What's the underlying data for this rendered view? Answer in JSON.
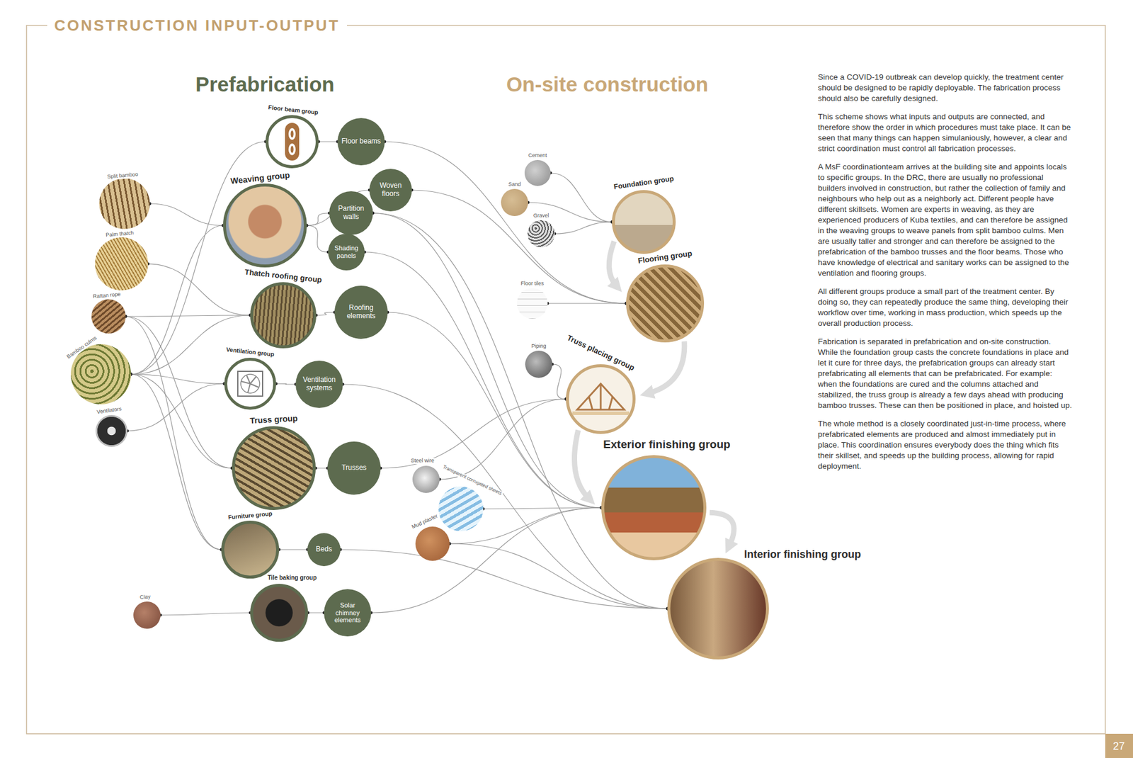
{
  "diagram": {
    "title": "CONSTRUCTION INPUT-OUTPUT",
    "nodes": [
      {
        "text": [
          "Split bamboo"
        ]
      },
      {
        "text": [
          "Palm thatch"
        ]
      },
      {
        "text": [
          "Rattan rope"
        ]
      },
      {
        "text": [
          "Bamboo culms"
        ]
      },
      {
        "text": [
          "Ventilators"
        ]
      },
      {
        "text": [
          "Clay"
        ]
      },
      {
        "text": [
          "Floor beam group"
        ]
      },
      {
        "text": [
          "Weaving group"
        ]
      },
      {
        "text": [
          "Thatch roofing group"
        ]
      },
      {
        "text": [
          "Ventilation group"
        ]
      },
      {
        "text": [
          "Truss group"
        ]
      },
      {
        "text": [
          "Furniture group"
        ]
      },
      {
        "text": [
          "Tile baking group"
        ]
      },
      {
        "text": [
          "Floor beams"
        ]
      },
      {
        "text": [
          "Woven floors"
        ]
      },
      {
        "text": [
          "Partition walls"
        ]
      },
      {
        "text": [
          "Shading panels"
        ]
      },
      {
        "text": [
          "Roofing elements"
        ]
      },
      {
        "text": [
          "Ventilation systems"
        ]
      },
      {
        "text": [
          "Trusses"
        ]
      },
      {
        "text": [
          "Beds"
        ]
      },
      {
        "text": [
          "Solar chimney elements"
        ]
      },
      {
        "text": [
          "Cement"
        ]
      },
      {
        "text": [
          "Sand"
        ]
      },
      {
        "text": [
          "Gravel"
        ]
      },
      {
        "text": [
          "Floor tiles"
        ]
      },
      {
        "text": [
          "Piping"
        ]
      },
      {
        "text": [
          "Steel wire"
        ]
      },
      {
        "text": [
          "Transparent corrugated sheets"
        ]
      },
      {
        "text": [
          "Mud plaster"
        ]
      },
      {
        "text": [
          "Foundation group"
        ]
      },
      {
        "text": [
          "Flooring group"
        ]
      },
      {
        "text": [
          "Truss placing group"
        ]
      },
      {
        "text": [
          "Exterior finishing group"
        ]
      },
      {
        "text": [
          "Interior finishing group"
        ]
      }
    ],
    "edges": [
      {
        "from": 0,
        "to": 7,
        "arrow": "none"
      },
      {
        "from": 1,
        "to": 8,
        "arrow": "none"
      },
      {
        "from": 2,
        "to": 8,
        "arrow": "none"
      },
      {
        "from": 2,
        "to": 10,
        "arrow": "none"
      },
      {
        "from": 2,
        "to": 11,
        "arrow": "none"
      },
      {
        "from": 3,
        "to": 6,
        "arrow": "none"
      },
      {
        "from": 3,
        "to": 7,
        "arrow": "none"
      },
      {
        "from": 3,
        "to": 8,
        "arrow": "none"
      },
      {
        "from": 3,
        "to": 9,
        "arrow": "none"
      },
      {
        "from": 3,
        "to": 10,
        "arrow": "none"
      },
      {
        "from": 3,
        "to": 11,
        "arrow": "none"
      },
      {
        "from": 4,
        "to": 9,
        "arrow": "none"
      },
      {
        "from": 5,
        "to": 12,
        "arrow": "none"
      },
      {
        "from": 6,
        "to": 13,
        "arrow": "none"
      },
      {
        "from": 7,
        "to": 14,
        "arrow": "none"
      },
      {
        "from": 7,
        "to": 15,
        "arrow": "none"
      },
      {
        "from": 7,
        "to": 16,
        "arrow": "none"
      },
      {
        "from": 8,
        "to": 17,
        "arrow": "none"
      },
      {
        "from": 9,
        "to": 18,
        "arrow": "none"
      },
      {
        "from": 10,
        "to": 19,
        "arrow": "none"
      },
      {
        "from": 11,
        "to": 20,
        "arrow": "none"
      },
      {
        "from": 12,
        "to": 21,
        "arrow": "none"
      },
      {
        "from": 13,
        "to": 31,
        "arrow": "none"
      },
      {
        "from": 14,
        "to": 31,
        "arrow": "none"
      },
      {
        "from": 15,
        "to": 33,
        "arrow": "none"
      },
      {
        "from": 15,
        "to": 34,
        "arrow": "none"
      },
      {
        "from": 16,
        "to": 33,
        "arrow": "none"
      },
      {
        "from": 17,
        "to": 33,
        "arrow": "none"
      },
      {
        "from": 18,
        "to": 34,
        "arrow": "none"
      },
      {
        "from": 19,
        "to": 32,
        "arrow": "none"
      },
      {
        "from": 20,
        "to": 34,
        "arrow": "none"
      },
      {
        "from": 21,
        "to": 33,
        "arrow": "none"
      },
      {
        "from": 22,
        "to": 30,
        "arrow": "none"
      },
      {
        "from": 23,
        "to": 30,
        "arrow": "none"
      },
      {
        "from": 24,
        "to": 30,
        "arrow": "none"
      },
      {
        "from": 25,
        "to": 31,
        "arrow": "none"
      },
      {
        "from": 26,
        "to": 32,
        "arrow": "none"
      },
      {
        "from": 27,
        "to": 32,
        "arrow": "none"
      },
      {
        "from": 28,
        "to": 33,
        "arrow": "none"
      },
      {
        "from": 29,
        "to": 33,
        "arrow": "none"
      },
      {
        "from": 29,
        "to": 34,
        "arrow": "none"
      },
      {
        "from": 30,
        "to": 31,
        "arrow": "to"
      },
      {
        "from": 31,
        "to": 32,
        "arrow": "to"
      },
      {
        "from": 32,
        "to": 33,
        "arrow": "to"
      },
      {
        "from": 33,
        "to": 34,
        "arrow": "to"
      }
    ],
    "labels": [
      "Prefabrication",
      "On-site construction",
      "Since a COVID-19 outbreak can develop quickly, the treatment center should be designed to be rapidly deployable. The fabrication process should also be carefully designed.",
      "This scheme shows what inputs and outputs are connected, and therefore show the order in which procedures must take place. It can be seen that many things can happen simulaniously, however, a clear and strict coordination must control all fabrication processes.",
      "A MsF coordinationteam arrives at the building site and appoints locals to specific groups. In the DRC, there are usually no professional builders involved in construction, but rather the collection of family and neighbours who help out as a neighborly act. Different people have different skillsets. Women are experts in weaving, as they are experienced producers of Kuba textiles, and can therefore be assigned in the weaving groups to weave panels from split bamboo culms. Men are usually taller and stronger and can therefore be assigned to the prefabrication of the bamboo trusses and the floor beams. Those who have knowledge of electrical and sanitary works can be assigned to the ventilation and flooring groups.",
      "All different groups produce a small part of the treatment center. By doing so, they can repeatedly produce the same thing, developing their workflow over time, working in mass production, which speeds up the overall production process.",
      "Fabrication is separated in prefabrication and on-site construction. While the foundation group casts the concrete foundations in place and let it cure for three days, the prefabrication groups can already start prefabricating all elements that can be prefabricated. For example: when the foundations are cured and the columns attached and stabilized, the truss group is already a few days ahead with producing bamboo trusses. These can then be positioned in place, and hoisted up.",
      "The whole method is a closely coordinated just-in-time process, where prefabricated elements are produced and almost immediately put in place. This coordination ensures everybody does the thing which fits their skillset, and speeds up the building process, allowing for rapid deployment.",
      "27"
    ]
  }
}
